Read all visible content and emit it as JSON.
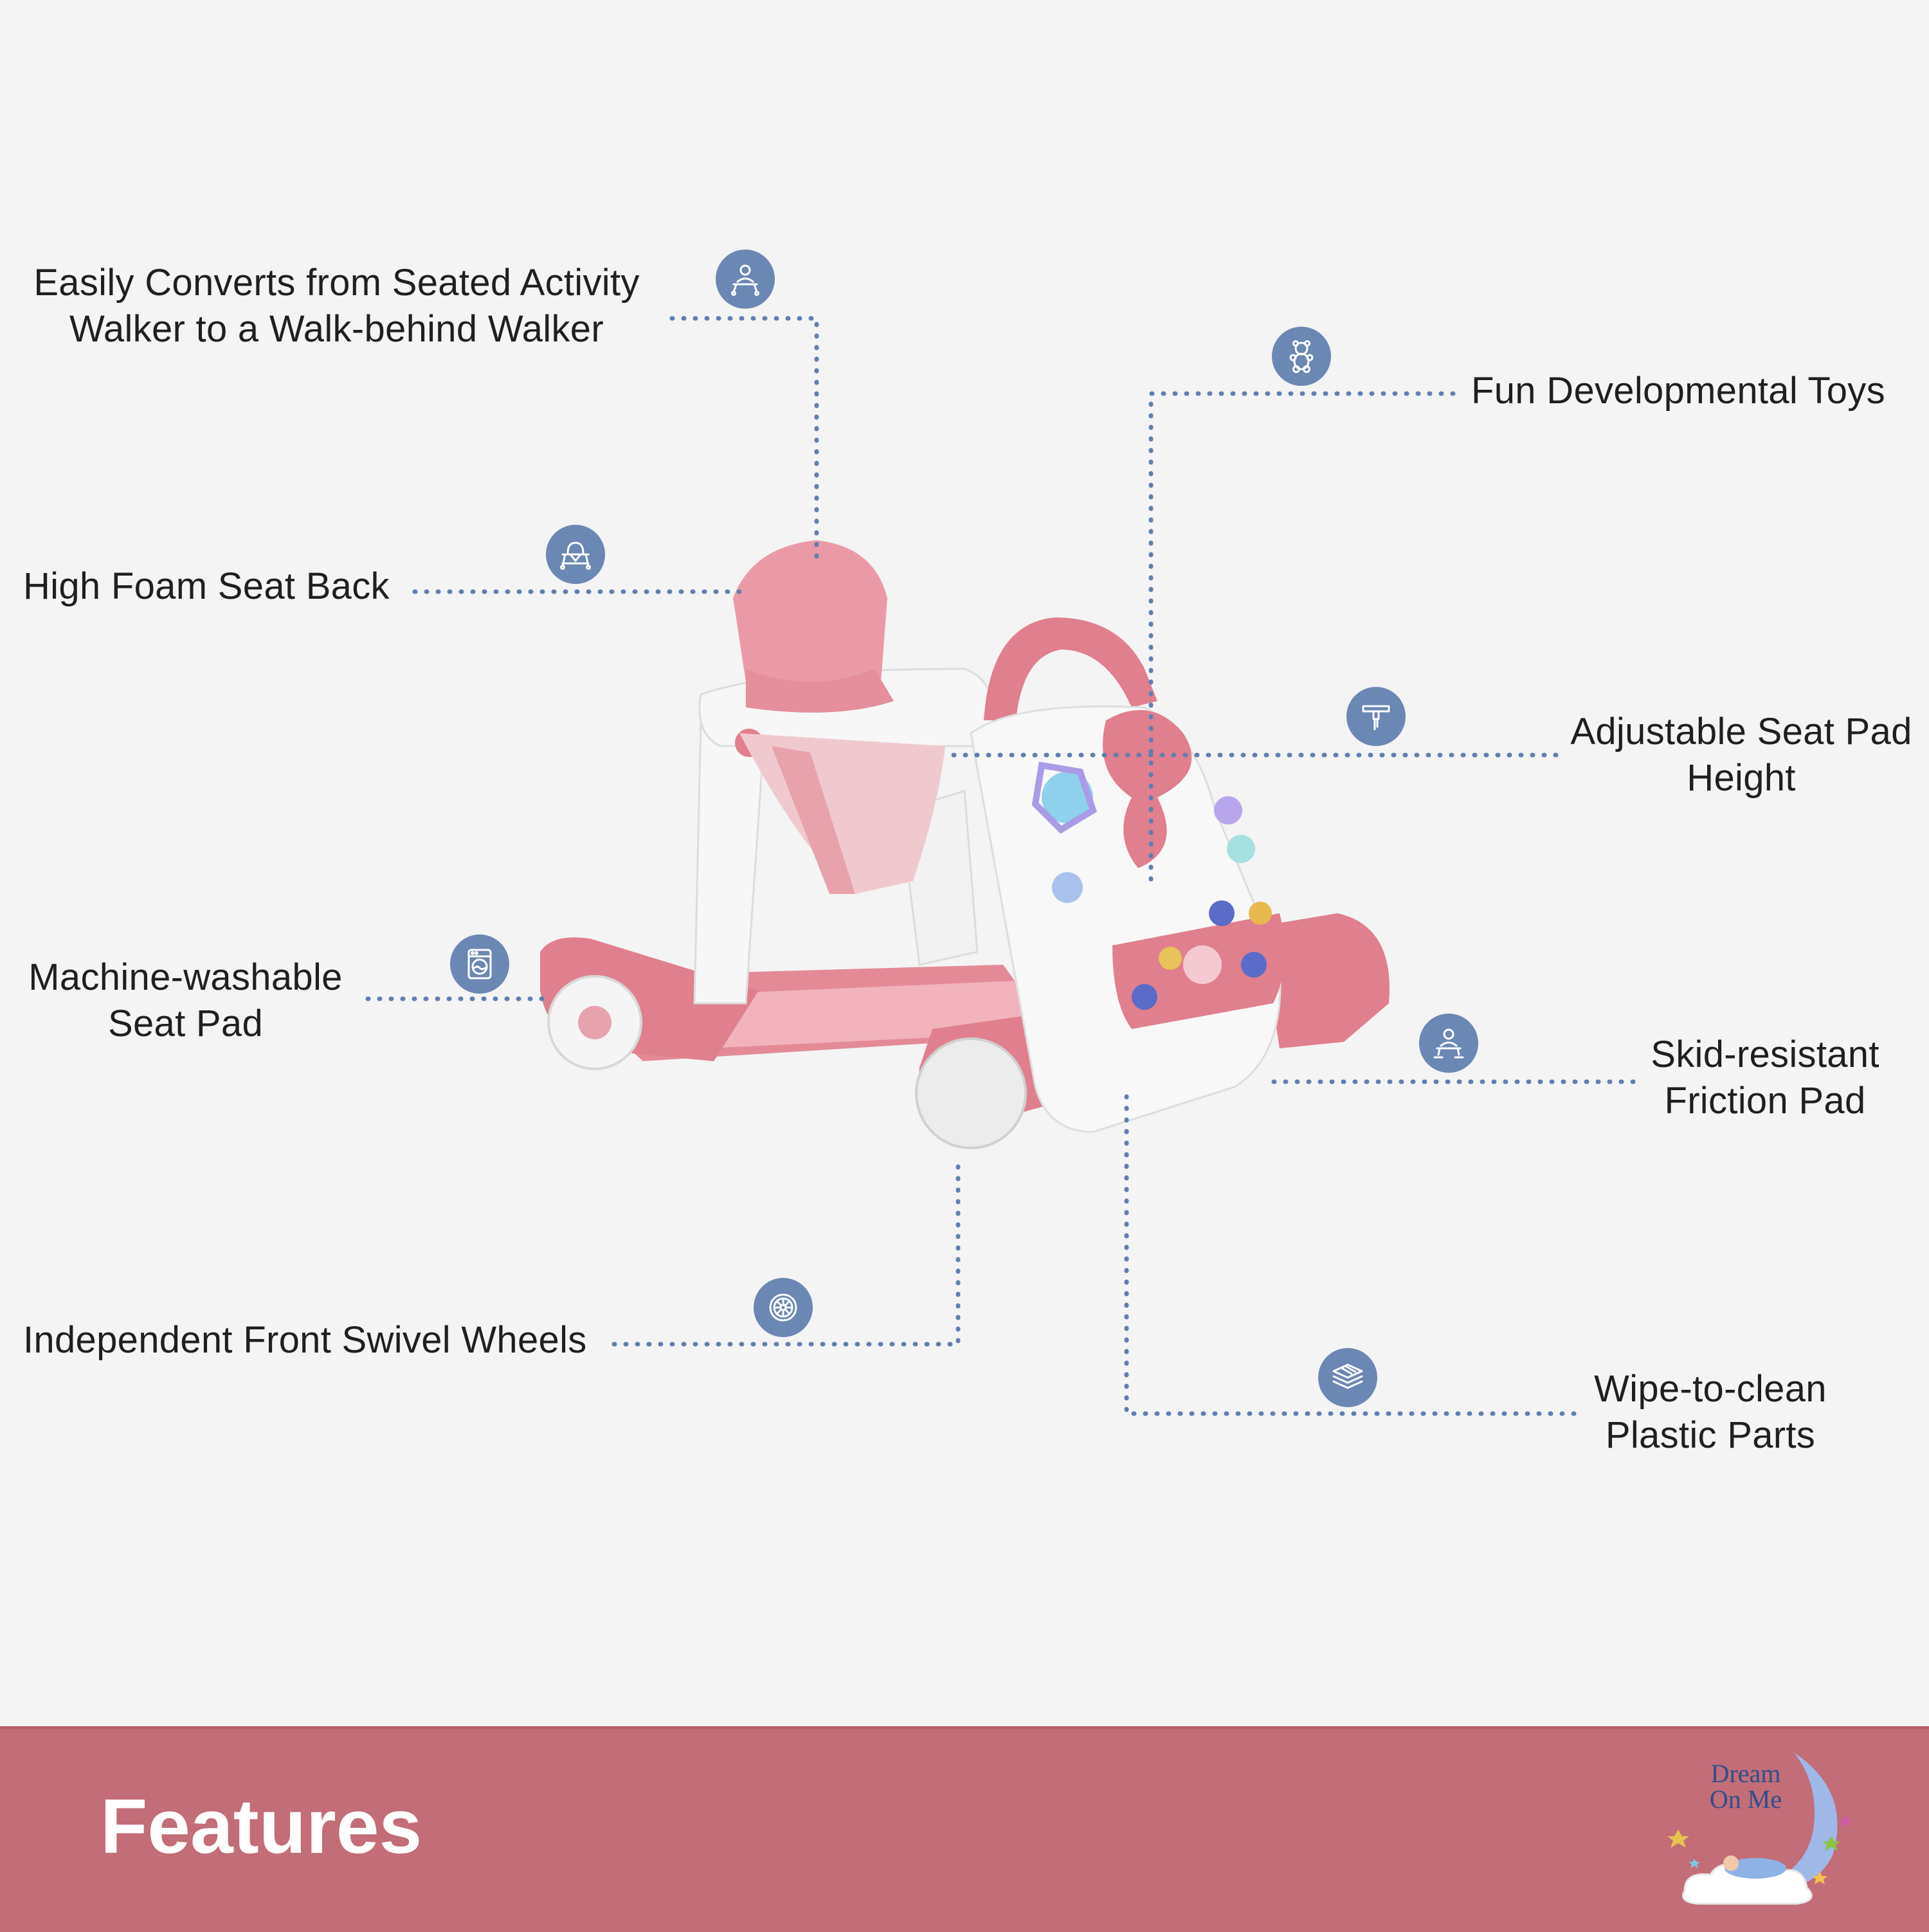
{
  "features": [
    {
      "id": "converts",
      "lines": [
        "Easily Converts from Seated Activity",
        "Walker to a Walk-behind Walker"
      ],
      "icon": "seated-walker-icon"
    },
    {
      "id": "seat-back",
      "lines": [
        "High Foam Seat Back"
      ],
      "icon": "seat-back-walker-icon"
    },
    {
      "id": "washable",
      "lines": [
        "Machine-washable",
        "Seat Pad"
      ],
      "icon": "washing-machine-icon"
    },
    {
      "id": "wheels",
      "lines": [
        "Independent Front Swivel Wheels"
      ],
      "icon": "wheel-icon"
    },
    {
      "id": "toys",
      "lines": [
        "Fun Developmental Toys"
      ],
      "icon": "teddy-bear-icon"
    },
    {
      "id": "height",
      "lines": [
        "Adjustable Seat Pad",
        "Height"
      ],
      "icon": "height-adjust-icon"
    },
    {
      "id": "friction",
      "lines": [
        "Skid-resistant",
        "Friction Pad"
      ],
      "icon": "friction-pad-walker-icon"
    },
    {
      "id": "plastic",
      "lines": [
        "Wipe-to-clean",
        "Plastic Parts"
      ],
      "icon": "layers-icon"
    }
  ],
  "footer": {
    "title": "Features"
  },
  "logo": {
    "line1": "Dream",
    "line2": "On Me"
  },
  "colors": {
    "background": "#f4f4f4",
    "accent_blue": "#6b87b3",
    "footer_pink": "#c26d77",
    "product_pink": "#e07f8d"
  }
}
